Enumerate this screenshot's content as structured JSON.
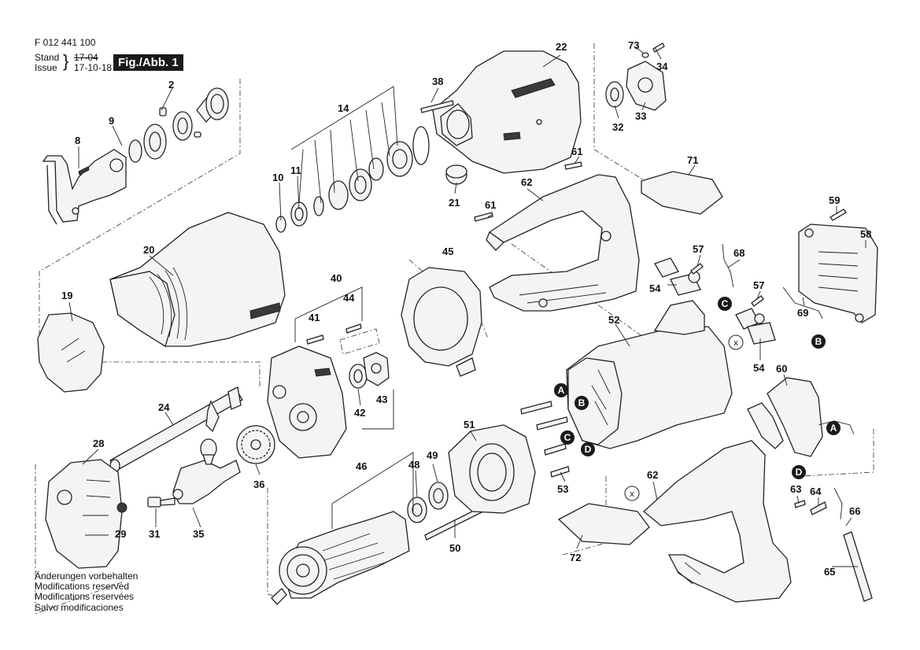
{
  "header": {
    "part_number": "F 012 441 100",
    "stand_label": "Stand",
    "stand_value": "17-04",
    "issue_label": "Issue",
    "issue_value": "17-10-18",
    "figure": "Fig./Abb. 1"
  },
  "footer": {
    "lines": [
      "Änderungen vorbehalten",
      "Modifications reserved",
      "Modifications reservées",
      "Salvo modificaciones"
    ]
  },
  "markers": {
    "a": "A",
    "b": "B",
    "c": "C",
    "d": "D",
    "x": "x"
  },
  "labels": {
    "l2": "2",
    "l8": "8",
    "l9": "9",
    "l10": "10",
    "l11": "11",
    "l14": "14",
    "l19": "19",
    "l20": "20",
    "l21": "21",
    "l22": "22",
    "l24": "24",
    "l28": "28",
    "l29": "29",
    "l31": "31",
    "l32": "32",
    "l33": "33",
    "l34": "34",
    "l35": "35",
    "l36": "36",
    "l38": "38",
    "l40": "40",
    "l41": "41",
    "l42": "42",
    "l43": "43",
    "l44": "44",
    "l45": "45",
    "l46": "46",
    "l48": "48",
    "l49": "49",
    "l50": "50",
    "l51": "51",
    "l52": "52",
    "l53": "53",
    "l54a": "54",
    "l54b": "54",
    "l57a": "57",
    "l57b": "57",
    "l58": "58",
    "l59": "59",
    "l60": "60",
    "l61a": "61",
    "l61b": "61",
    "l62a": "62",
    "l62b": "62",
    "l63": "63",
    "l64": "64",
    "l65": "65",
    "l66": "66",
    "l68": "68",
    "l69": "69",
    "l71": "71",
    "l72": "72",
    "l73": "73"
  }
}
